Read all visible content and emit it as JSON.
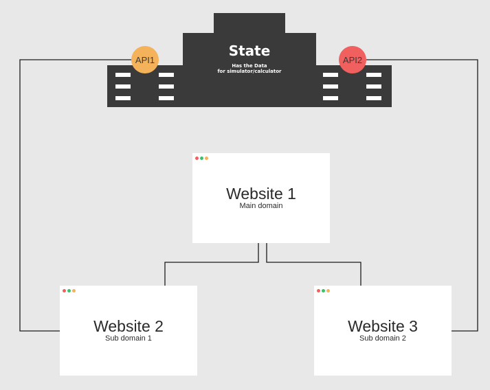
{
  "state": {
    "title": "State",
    "subtitle_line1": "Has the Data",
    "subtitle_line2": "for simulator/calculator"
  },
  "apis": [
    {
      "label": "API1",
      "color": "#f4b25a"
    },
    {
      "label": "API2",
      "color": "#f0605f"
    }
  ],
  "websites": [
    {
      "title": "Website 1",
      "subtitle": "Main domain"
    },
    {
      "title": "Website 2",
      "subtitle": "Sub domain 1"
    },
    {
      "title": "Website 3",
      "subtitle": "Sub domain 2"
    }
  ],
  "colors": {
    "background": "#e8e8e8",
    "building": "#3a3a3a",
    "connector": "#1a1a1a",
    "dot_red": "#f0605f",
    "dot_green": "#3cc06a",
    "dot_yellow": "#f4b25a"
  }
}
